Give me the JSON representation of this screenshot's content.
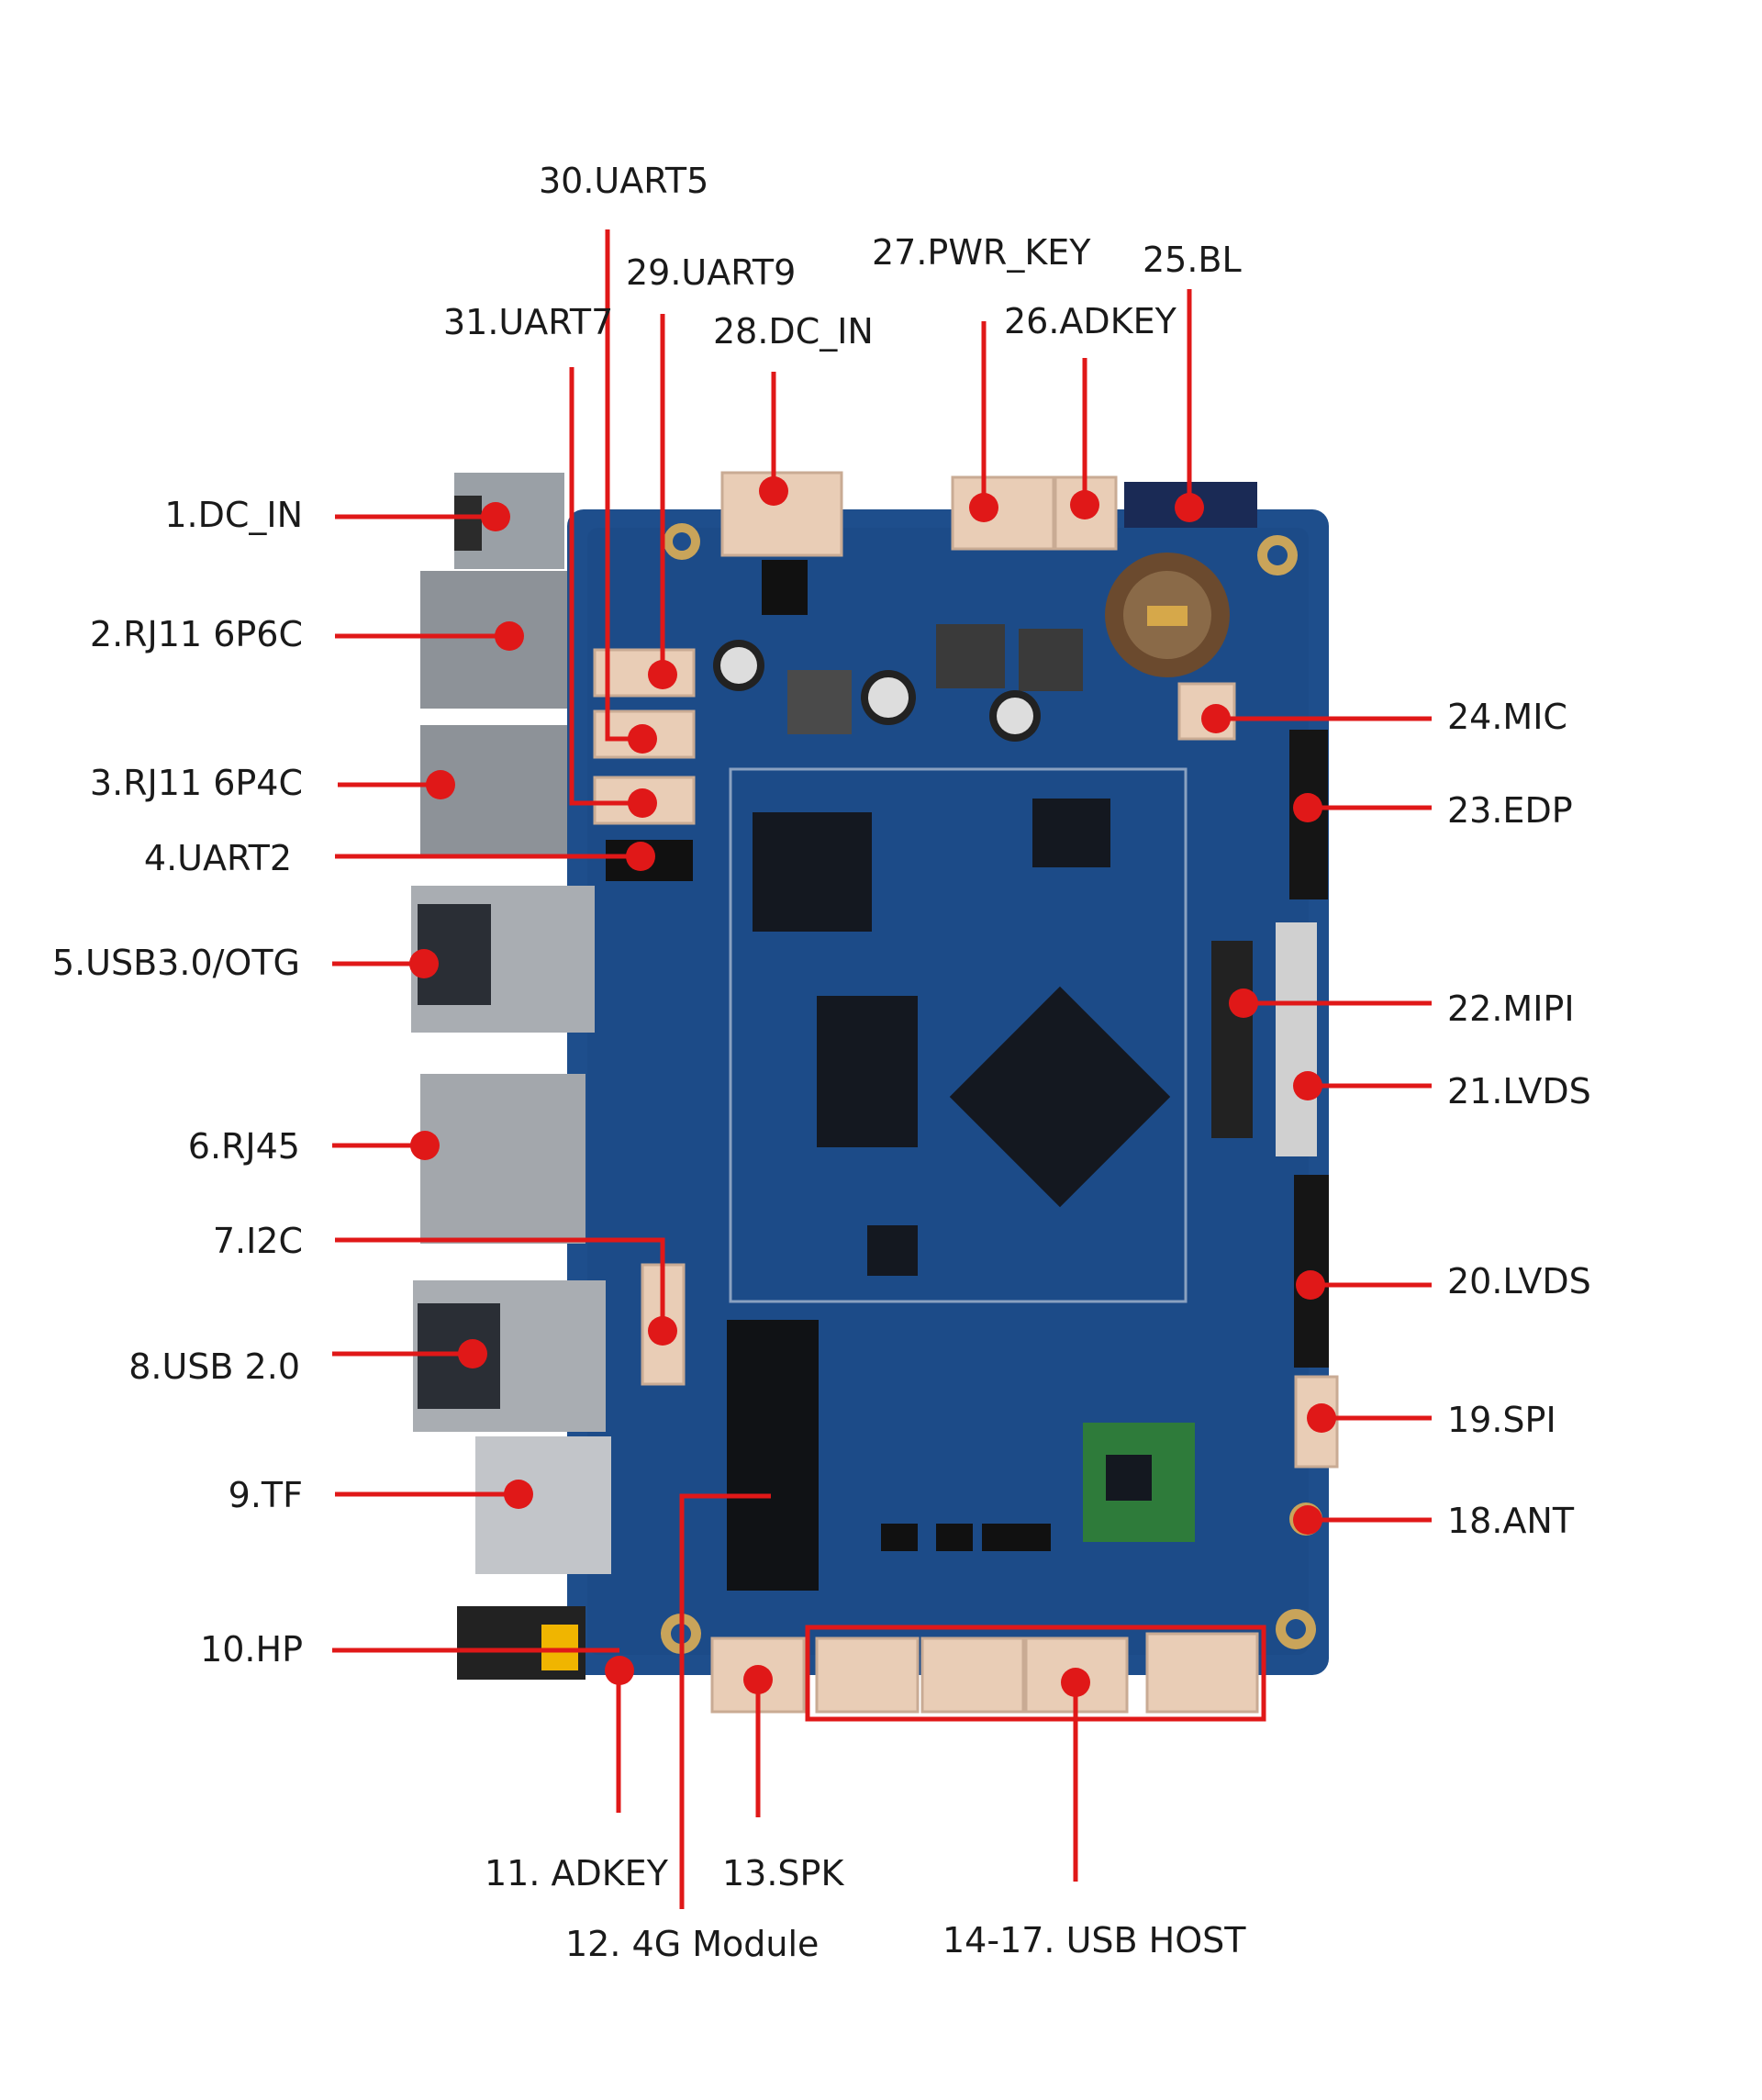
{
  "colors": {
    "pcb": "#1e4e8c",
    "pcb_dark": "#153a6b",
    "callout": "#e01818",
    "connector_beige": "#e9cdb6",
    "metal": "#9aa0a6",
    "chip": "#141820"
  },
  "labels": {
    "l1": "1.DC_IN",
    "l2": "2.RJ11 6P6C",
    "l3": "3.RJ11 6P4C",
    "l4": "4.UART2",
    "l5": "5.USB3.0/OTG",
    "l6": "6.RJ45",
    "l7": "7.I2C",
    "l8": "8.USB 2.0",
    "l9": "9.TF",
    "l10": "10.HP",
    "l11": "11. ADKEY",
    "l12": "12. 4G Module",
    "l13": "13.SPK",
    "l14": "14-17. USB HOST",
    "l18": "18.ANT",
    "l19": "19.SPI",
    "l20": "20.LVDS",
    "l21": "21.LVDS",
    "l22": "22.MIPI",
    "l23": "23.EDP",
    "l24": "24.MIC",
    "l25": "25.BL",
    "l26": "26.ADKEY",
    "l27": "27.PWR_KEY",
    "l28": "28.DC_IN",
    "l29": "29.UART9",
    "l30": "30.UART5",
    "l31": "31.UART7"
  },
  "icons": [
    "pcb-board-illustration",
    "callout-dot"
  ]
}
